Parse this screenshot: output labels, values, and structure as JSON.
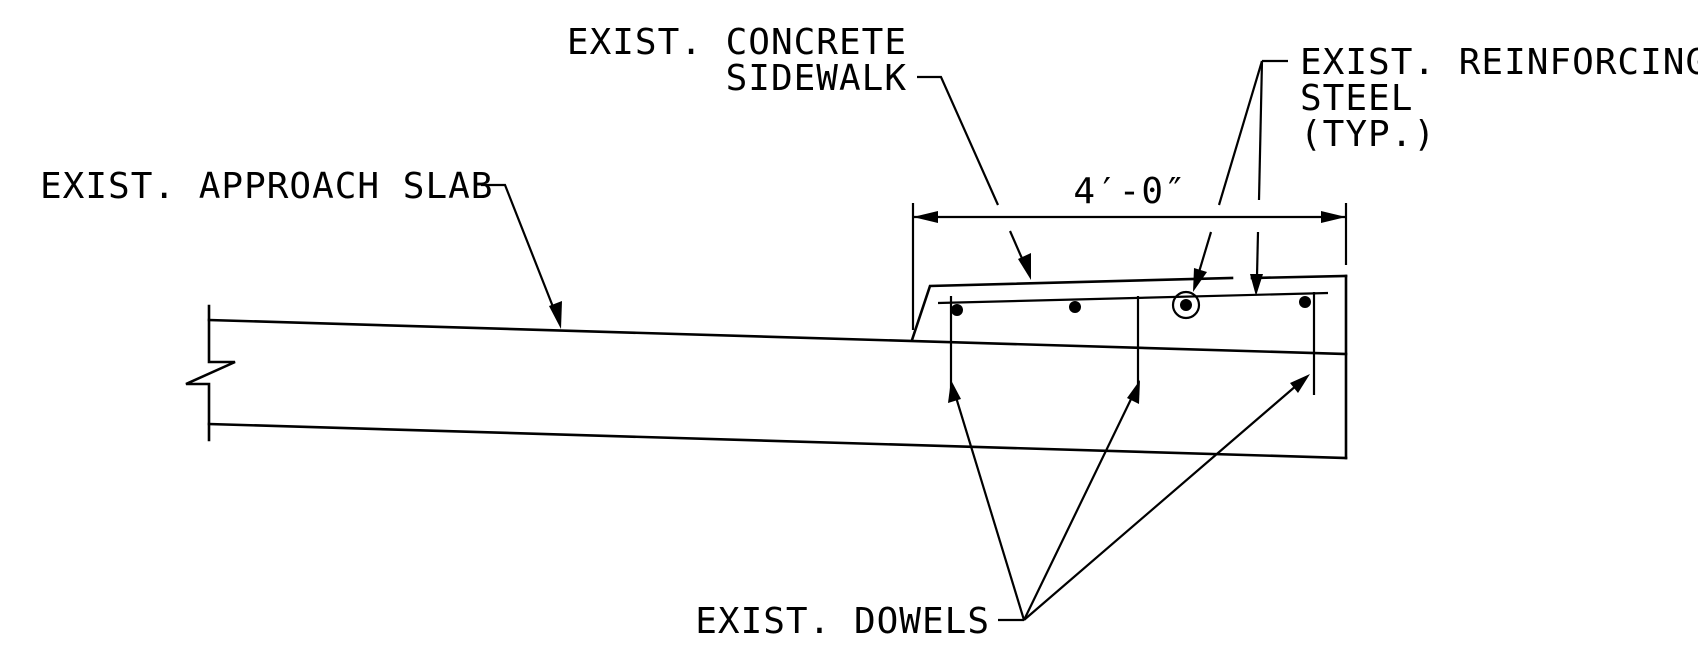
{
  "labels": {
    "approach_slab": "EXIST. APPROACH SLAB",
    "sidewalk_line1": "EXIST. CONCRETE",
    "sidewalk_line2": "SIDEWALK",
    "steel_line1": "EXIST. REINFORCING",
    "steel_line2": "STEEL",
    "steel_line3": "(TYP.)",
    "dowels": "EXIST. DOWELS",
    "dimension": "4′-0″"
  }
}
